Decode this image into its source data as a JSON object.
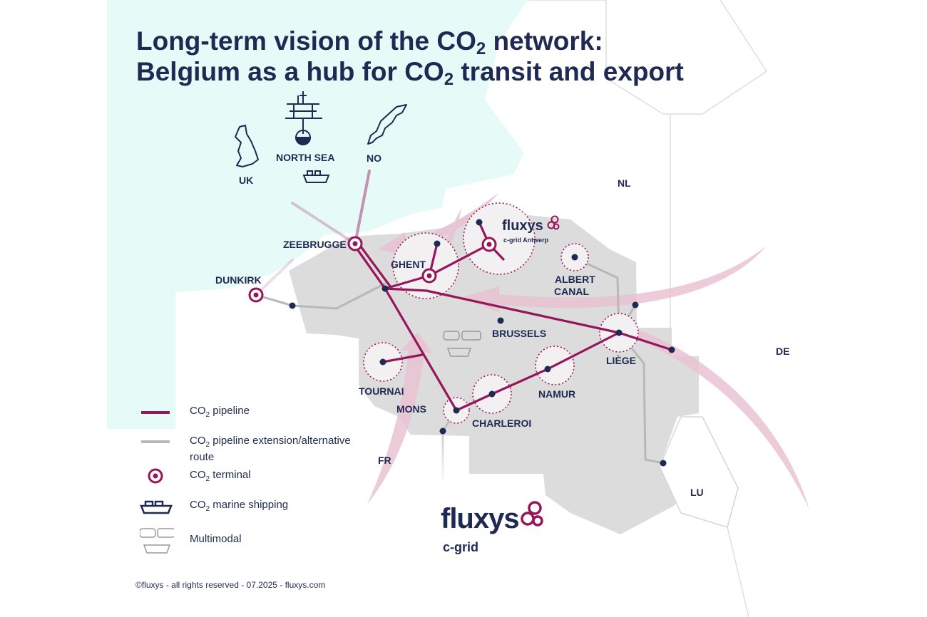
{
  "title": {
    "line1_prefix": "Long-term vision of the CO",
    "line1_sub": "2",
    "line1_suffix": " network:",
    "line2_prefix": "Belgium as a hub for CO",
    "line2_sub": "2",
    "line2_suffix": " transit and export"
  },
  "sources": {
    "uk": "UK",
    "north_sea": "NORTH SEA",
    "no": "NO"
  },
  "countries": {
    "nl": "NL",
    "de": "DE",
    "fr": "FR",
    "lu": "LU"
  },
  "cities": {
    "zeebrugge": "ZEEBRUGGE",
    "dunkirk": "DUNKIRK",
    "ghent": "GHENT",
    "albert_canal_1": "ALBERT",
    "albert_canal_2": "CANAL",
    "brussels": "BRUSSELS",
    "liege": "LIÈGE",
    "tournai": "TOURNAI",
    "mons": "MONS",
    "namur": "NAMUR",
    "charleroi": "CHARLEROI"
  },
  "legend": {
    "pipeline": {
      "prefix": "CO",
      "sub": "2",
      "suffix": " pipeline"
    },
    "extension": {
      "prefix": "CO",
      "sub": "2",
      "suffix": " pipeline extension/alternative route"
    },
    "terminal": {
      "prefix": "CO",
      "sub": "2",
      "suffix": " terminal"
    },
    "shipping": {
      "prefix": "CO",
      "sub": "2",
      "suffix": " marine shipping"
    },
    "multimodal": "Multimodal"
  },
  "logo": {
    "brand": "fluxys",
    "sub": "c-grid"
  },
  "mini_logo": {
    "brand": "fluxys",
    "sub": "c-grid Antwerp"
  },
  "footer": "©fluxys - all rights reserved - 07.2025 - fluxys.com",
  "colors": {
    "pipeline": "#96165a",
    "extension": "#b8b8b8",
    "navy": "#1e2a52",
    "sea": "#e6faf8",
    "land": "#dcdcdc",
    "flow_arrow": "#eac3d2"
  },
  "icons": {
    "uk": "uk-map-icon",
    "north_sea": "offshore-platform-icon",
    "no": "norway-map-icon",
    "ship": "ship-icon",
    "multimodal": "multimodal-icon",
    "terminal": "terminal-icon"
  }
}
